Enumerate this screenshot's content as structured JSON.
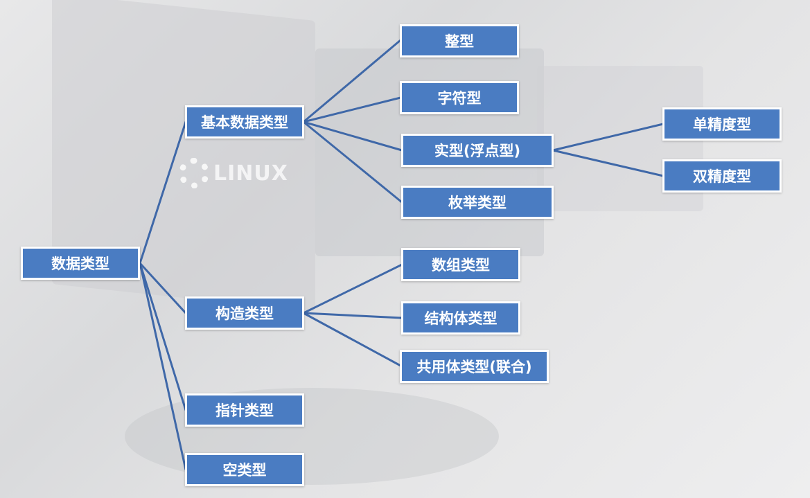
{
  "watermark": {
    "text": "LINUX",
    "icon": "gear-icon"
  },
  "colors": {
    "node_fill": "#4a7cc2",
    "node_border": "#ffffff",
    "connector": "#3f68a8"
  },
  "tree": {
    "root": "数据类型",
    "level1": {
      "basic": "基本数据类型",
      "construct": "构造类型",
      "pointer": "指针类型",
      "void": "空类型"
    },
    "basic_children": {
      "integer": "整型",
      "char": "字符型",
      "real": "实型(浮点型)",
      "enum": "枚举类型"
    },
    "real_children": {
      "single": "单精度型",
      "double": "双精度型"
    },
    "construct_children": {
      "array": "数组类型",
      "struct": "结构体类型",
      "union": "共用体类型(联合)"
    }
  }
}
